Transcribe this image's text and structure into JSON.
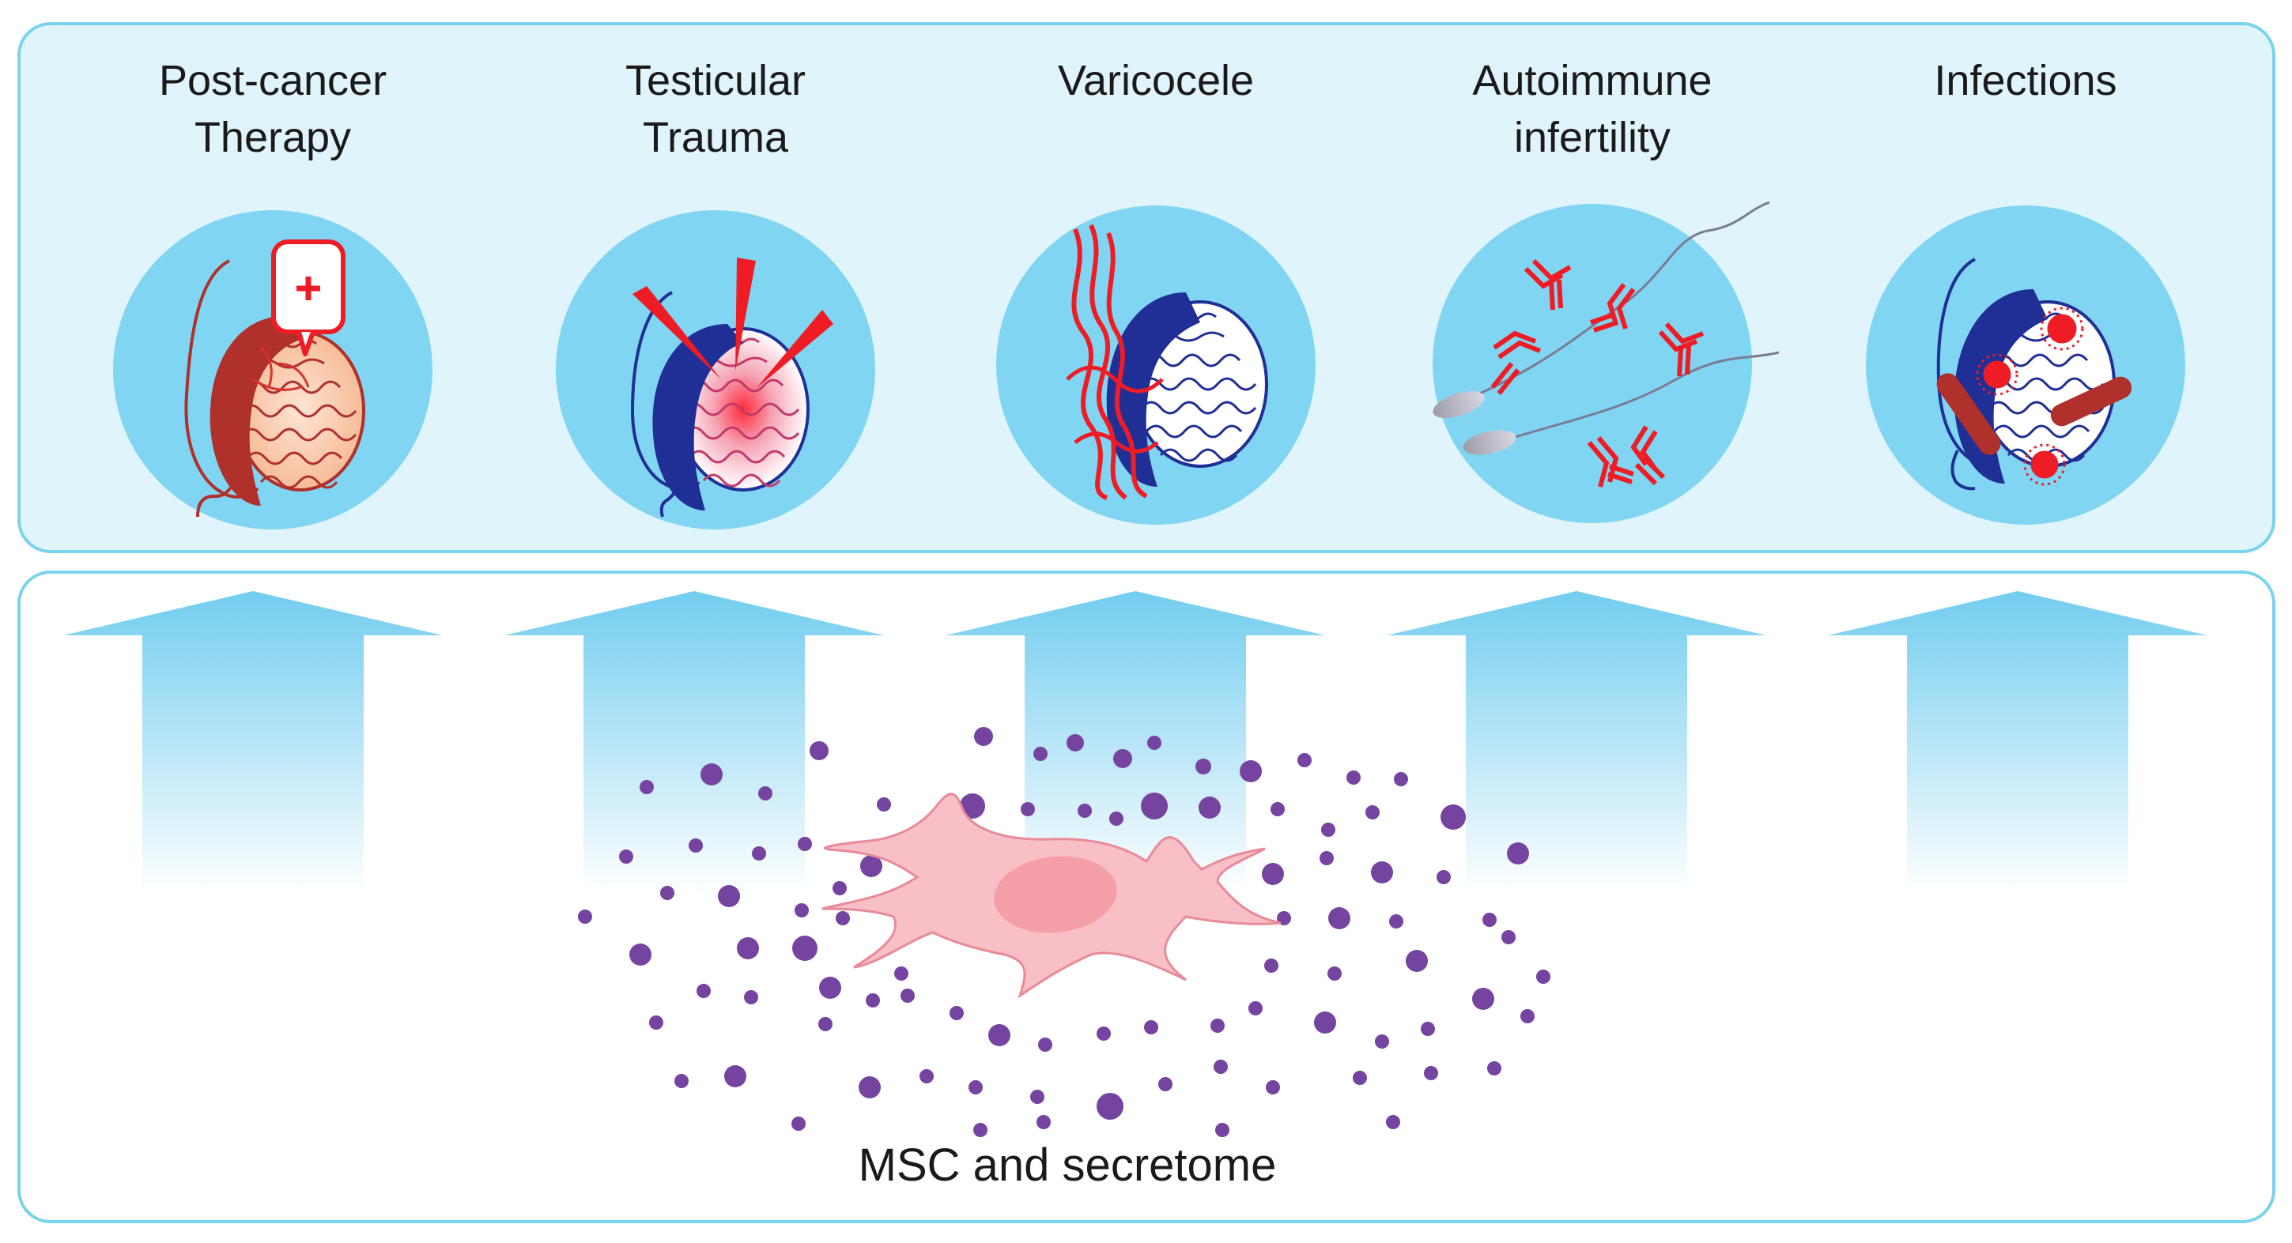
{
  "conditions": [
    {
      "id": "post-cancer-therapy",
      "label": "Post-cancer\nTherapy"
    },
    {
      "id": "testicular-trauma",
      "label": "Testicular\nTrauma"
    },
    {
      "id": "varicocele",
      "label": "Varicocele"
    },
    {
      "id": "autoimmune-infertility",
      "label": "Autoimmune\ninfertility"
    },
    {
      "id": "infections",
      "label": "Infections"
    }
  ],
  "caption": "MSC and secretome",
  "colors": {
    "panel_fill": "#e0f4fb",
    "panel_border": "#7ad3ec",
    "circle_fill": "#80d6f2",
    "arrow": "#72cdef",
    "testis_blue": "#1f2f96",
    "red": "#ee1c25",
    "dark_red": "#b0302c",
    "cell_pink": "#f8c0c6",
    "nucleus_pink": "#f49ea8",
    "dot_purple": "#7444a0"
  }
}
